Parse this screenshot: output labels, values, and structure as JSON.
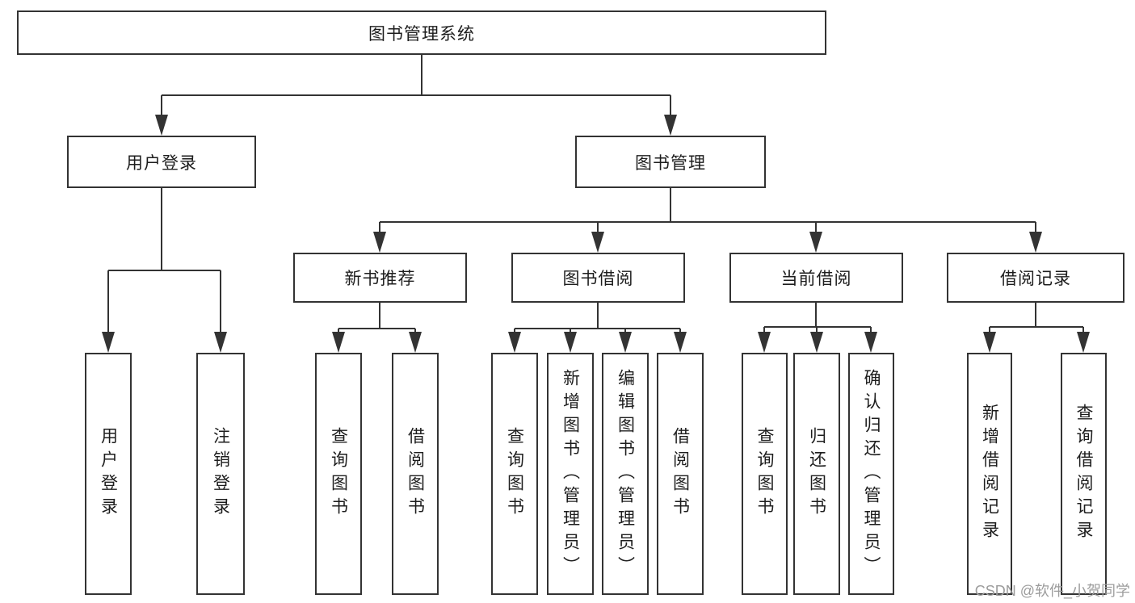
{
  "diagram": {
    "type": "hierarchy-tree",
    "colors": {
      "line": "#333333",
      "box_border": "#333333",
      "box_fill": "#ffffff",
      "text": "#1d1d1d",
      "background": "#ffffff",
      "watermark": "#9c9c9c"
    },
    "nodes": {
      "root": "图书管理系统",
      "l2_user_login": "用户登录",
      "l2_book_mgmt": "图书管理",
      "l3_new_book": "新书推荐",
      "l3_book_borrow": "图书借阅",
      "l3_current_borrow": "当前借阅",
      "l3_borrow_record": "借阅记录",
      "leaf_user_login": "用户登录",
      "leaf_logout": "注销登录",
      "leaf_nb_query": "查询图书",
      "leaf_nb_borrow": "借阅图书",
      "leaf_bb_query": "查询图书",
      "leaf_bb_add": "新增图书（管理员）",
      "leaf_bb_edit": "编辑图书（管理员）",
      "leaf_bb_borrow": "借阅图书",
      "leaf_cb_query": "查询图书",
      "leaf_cb_return": "归还图书",
      "leaf_cb_confirm": "确认归还（管理员）",
      "leaf_br_add": "新增借阅记录",
      "leaf_br_query": "查询借阅记录"
    },
    "structure": {
      "图书管理系统": {
        "用户登录": [
          "用户登录",
          "注销登录"
        ],
        "图书管理": {
          "新书推荐": [
            "查询图书",
            "借阅图书"
          ],
          "图书借阅": [
            "查询图书",
            "新增图书（管理员）",
            "编辑图书（管理员）",
            "借阅图书"
          ],
          "当前借阅": [
            "查询图书",
            "归还图书",
            "确认归还（管理员）"
          ],
          "借阅记录": [
            "新增借阅记录",
            "查询借阅记录"
          ]
        }
      }
    },
    "watermark": "CSDN @软件_小贺同学"
  }
}
